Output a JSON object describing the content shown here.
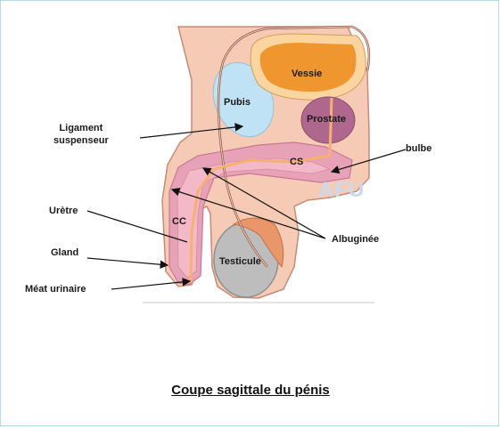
{
  "labels": {
    "vessie": "Vessie",
    "pubis": "Pubis",
    "prostate": "Prostate",
    "cs": "CS",
    "cc": "CC",
    "testicule": "Testicule",
    "ligament": "Ligament\nsuspenseur",
    "bulbe": "bulbe",
    "uretre": "Urètre",
    "gland": "Gland",
    "meat": "Méat urinaire",
    "albuginee": "Albuginée"
  },
  "watermark": "AFU",
  "caption": "Coupe sagittale du pénis",
  "colors": {
    "skin": "#f6cbb5",
    "skin_outline": "#c98a76",
    "bladder": "#f0962e",
    "bladder_outer": "#fbd5a0",
    "pubis": "#bfe3f4",
    "prostate": "#b0678d",
    "corpus": "#e7a2b7",
    "testicle": "#bdbdbd",
    "epididymis": "#e9966a",
    "urethra": "#f6b16e",
    "frame": "#b9dbe6"
  }
}
